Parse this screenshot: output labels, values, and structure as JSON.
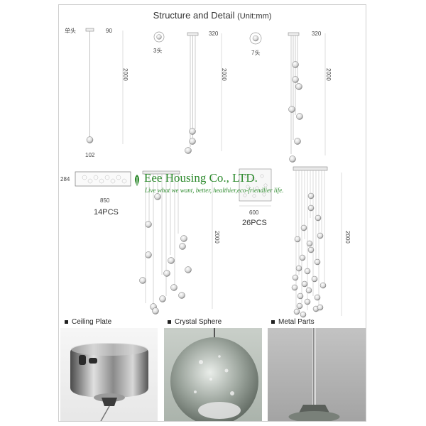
{
  "title": {
    "main": "Structure and Detail",
    "unit": "(Unit:mm)"
  },
  "dims": {
    "single_head": "单头",
    "d90": "90",
    "d2000_a": "2000",
    "d102": "102",
    "heads3": "3头",
    "d320_a": "320",
    "d2000_b": "2000",
    "heads7": "7头",
    "d320_b": "320",
    "d2000_c": "2000",
    "d284": "284",
    "d850": "850",
    "pcs14": "14PCS",
    "d2000_d": "2000",
    "d600": "600",
    "pcs26": "26PCS",
    "d2000_e": "2000"
  },
  "watermark": {
    "company": "Eee Housing Co., LTD.",
    "slogan": "Live what we want, better, healthier,eco-friendlier life."
  },
  "sections": [
    {
      "label": "Ceiling Plate"
    },
    {
      "label": "Crystal Sphere"
    },
    {
      "label": "Metal Parts"
    }
  ],
  "colors": {
    "watermark": "#2d8a2d",
    "line": "#9a9a9a"
  }
}
